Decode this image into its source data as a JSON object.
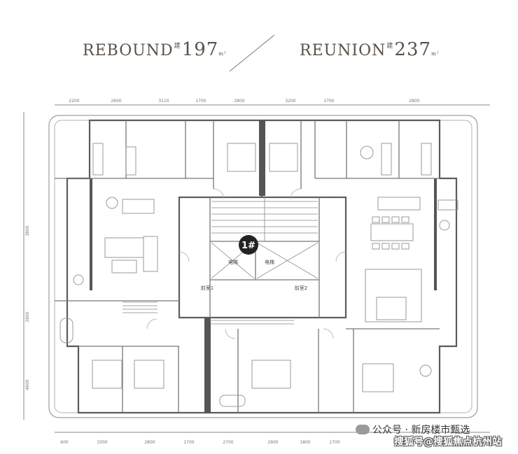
{
  "titles": {
    "rebound": {
      "name": "REBOUND",
      "prefix": "建",
      "area": "197",
      "unit": "m²"
    },
    "reunion": {
      "name": "REUNION",
      "prefix": "建",
      "area": "237",
      "unit": "m²"
    }
  },
  "building_badge": "1#",
  "dimensions": {
    "top": [
      "2200",
      "2600",
      "3110",
      "1700",
      "2800",
      "3200",
      "1700",
      "2800"
    ],
    "bottom": [
      "600",
      "3300",
      "2800",
      "1700",
      "2700",
      "2900",
      "1800",
      "1700"
    ],
    "left": [
      "3800",
      "2800",
      "4600"
    ]
  },
  "core_labels": {
    "elevator_1": "电梯",
    "elevator_2": "电梯",
    "lobby_1": "前室1",
    "lobby_2": "前室2"
  },
  "watermark": {
    "line1": "公众号 · 新房楼市甄选",
    "line2": "搜狐号@搜狐焦点杭州站"
  }
}
